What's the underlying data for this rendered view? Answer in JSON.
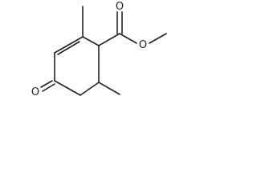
{
  "molecule": {
    "atoms": {
      "ketone_oxygen": "O",
      "carbonyl_oxygen": "O",
      "ester_oxygen": "O"
    }
  },
  "colors": {
    "bond": "#222222",
    "background": "#ffffff"
  }
}
